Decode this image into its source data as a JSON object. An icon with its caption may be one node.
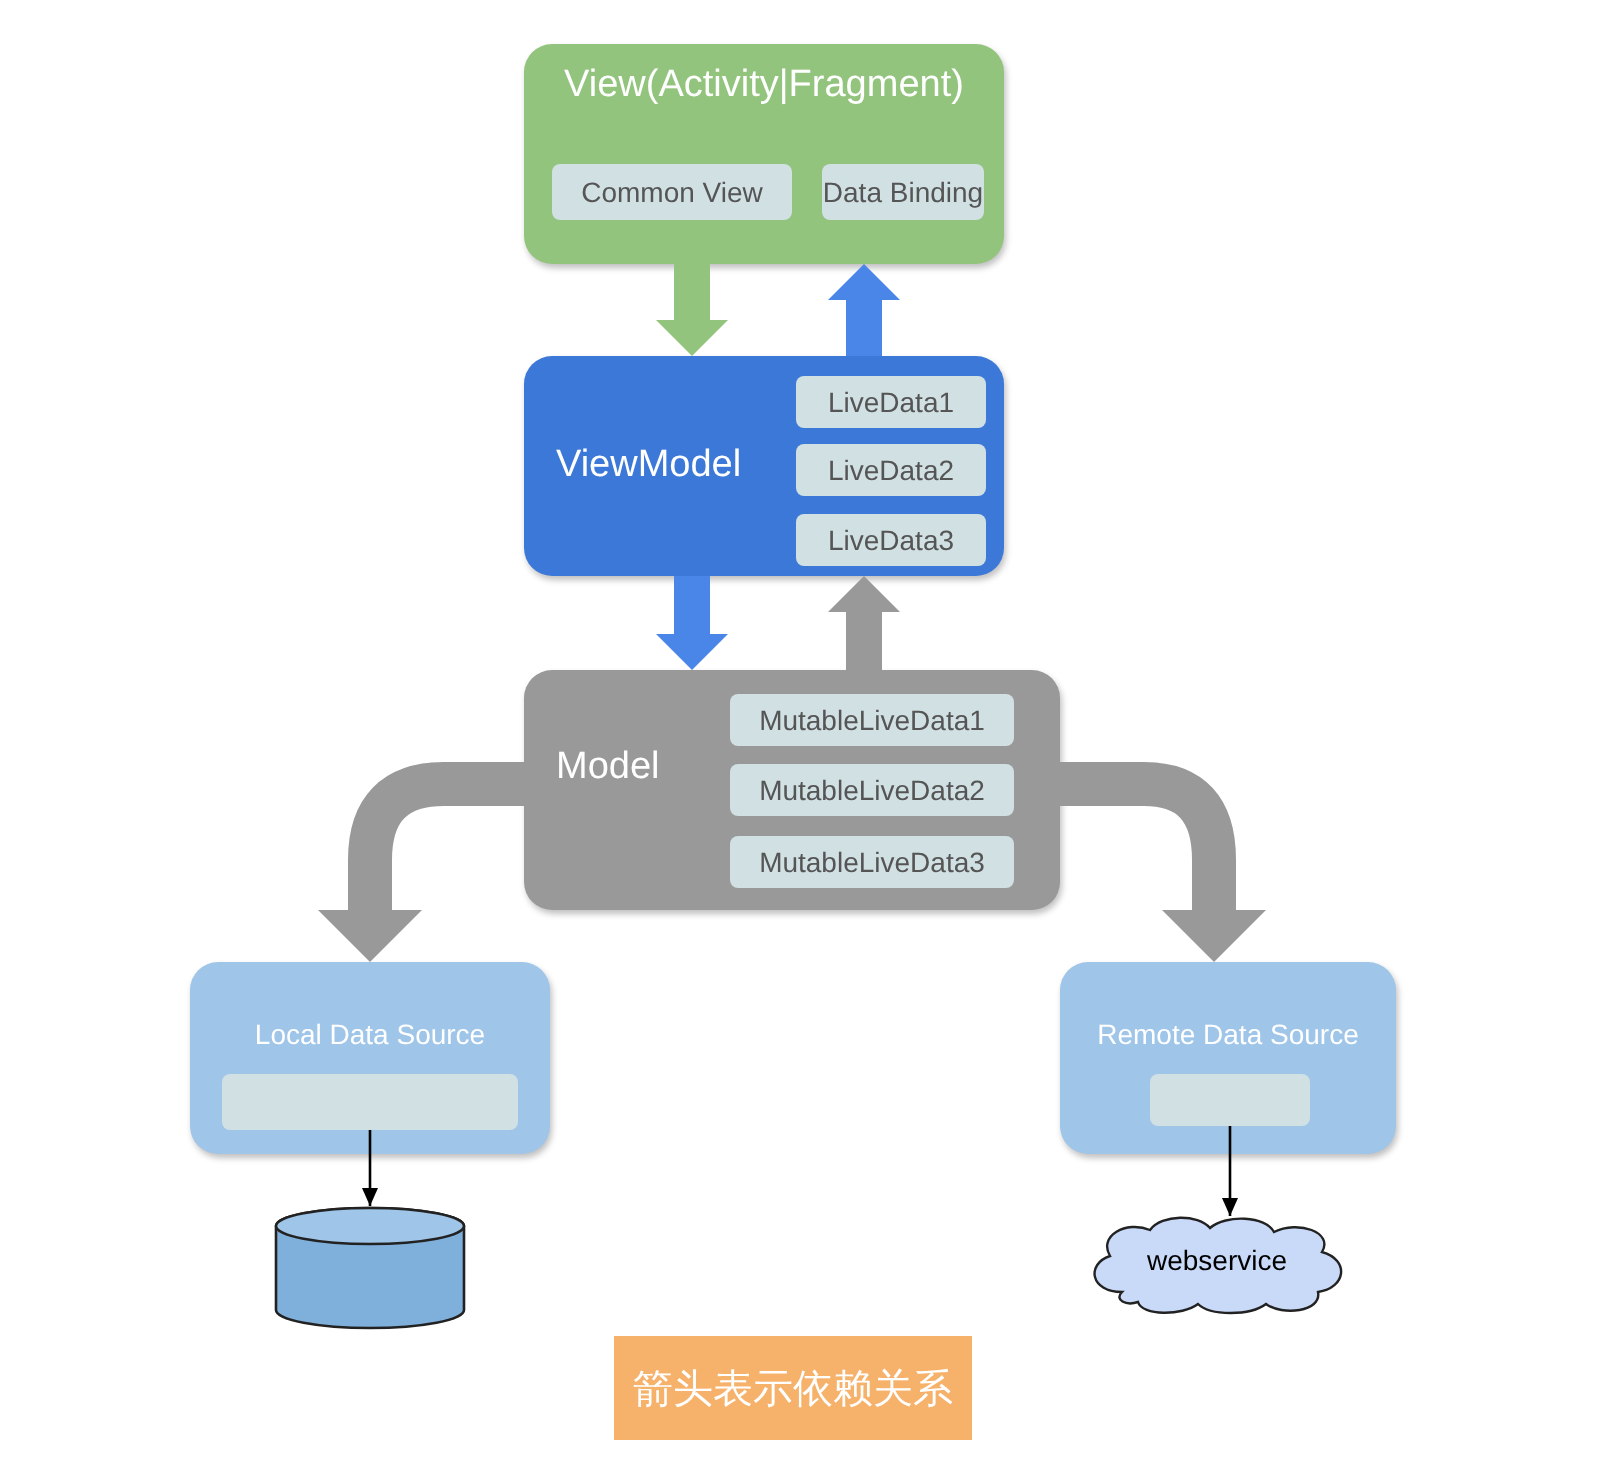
{
  "diagram": {
    "nodes": [
      {
        "text": [
          "View(Activity|Fragment)"
        ]
      },
      {
        "text": [
          "Common View"
        ],
        "in": 0
      },
      {
        "text": [
          "Data Binding"
        ],
        "in": 0
      },
      {
        "text": [
          "ViewModel"
        ]
      },
      {
        "text": [
          "LiveData1"
        ],
        "in": 3
      },
      {
        "text": [
          "LiveData2"
        ],
        "in": 3
      },
      {
        "text": [
          "LiveData3"
        ],
        "in": 3
      },
      {
        "text": [
          "Model"
        ]
      },
      {
        "text": [
          "MutableLiveData1"
        ],
        "in": 7
      },
      {
        "text": [
          "MutableLiveData2"
        ],
        "in": 7
      },
      {
        "text": [
          "MutableLiveData3"
        ],
        "in": 7
      },
      {
        "text": [
          "Local Data Source"
        ]
      },
      {
        "text": [],
        "shape": "box",
        "in": 11
      },
      {
        "text": [],
        "shape": "cylinder"
      },
      {
        "text": [
          "Remote Data Source"
        ]
      },
      {
        "text": [],
        "shape": "box",
        "in": 14
      },
      {
        "text": [
          "webservice"
        ]
      },
      {
        "text": [
          "箭头表示依赖关系"
        ]
      }
    ],
    "edges": [
      {
        "from": 0,
        "to": 3,
        "arrow": "to",
        "color": "#93c47d"
      },
      {
        "from": 3,
        "to": 0,
        "arrow": "to",
        "color": "#4a86e8"
      },
      {
        "from": 3,
        "to": 7,
        "arrow": "to",
        "color": "#4a86e8"
      },
      {
        "from": 7,
        "to": 3,
        "arrow": "to",
        "color": "#999999"
      },
      {
        "from": 7,
        "to": 11,
        "arrow": "to",
        "color": "#999999"
      },
      {
        "from": 7,
        "to": 14,
        "arrow": "to",
        "color": "#999999"
      },
      {
        "from": 12,
        "to": 13,
        "arrow": "to",
        "color": "#000000"
      },
      {
        "from": 15,
        "to": 16,
        "arrow": "to",
        "color": "#000000"
      }
    ]
  }
}
